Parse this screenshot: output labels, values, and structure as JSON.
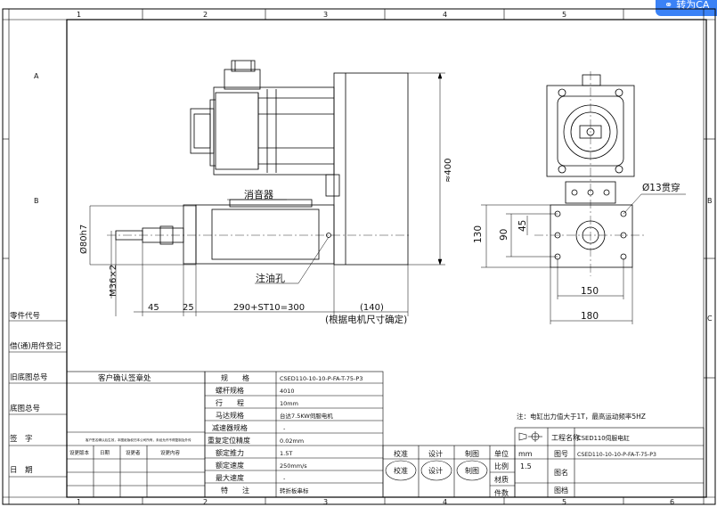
{
  "toolbar": {
    "convert_label": "转为CA"
  },
  "border": {
    "cols_top": [
      "1",
      "2",
      "3",
      "4",
      "5"
    ],
    "cols_bottom": [
      "1",
      "2",
      "3",
      "4",
      "5",
      "6"
    ],
    "rows_left": [
      "A",
      "B"
    ],
    "rows_right": [
      "B",
      "C"
    ]
  },
  "left_strip": {
    "part_code": "零件代号",
    "borrowed": "借(通)用件登记",
    "old_base": "旧底图总号",
    "base": "底图总号",
    "sign": "签　字",
    "date": "日　期"
  },
  "dims": {
    "h400": "≈400",
    "d80h7": "Ø80h7",
    "m36": "M36×2",
    "d45": "45",
    "d25": "25",
    "stroke": "290+ST10=300",
    "d140": "(140)",
    "motor_note": "(根据电机尺寸确定)",
    "muffler": "消音器",
    "oil_hole": "注油孔",
    "d130": "130",
    "d90": "90",
    "d45b": "45",
    "d13": "Ø13贯穿",
    "d150": "150",
    "d180": "180"
  },
  "customer_table": {
    "title": "客户确认签章处",
    "long_note": "客户签名确认后生效，本图纸版权归本公司所有，未经允许不得复制及外传",
    "headers": [
      "设更版本",
      "日期",
      "设更者",
      "设更内容"
    ]
  },
  "spec_table": {
    "header_label": "规　　格",
    "header_value": "CSED110-10-10-P-FA-T-75-P3",
    "rows": [
      {
        "label": "螺杆规格",
        "value": "4010"
      },
      {
        "label": "行　　程",
        "value": "10mm"
      },
      {
        "label": "马达规格",
        "value": "台达7.5KW伺服电机"
      },
      {
        "label": "减速器规格",
        "value": "-"
      },
      {
        "label": "重复定位精度",
        "value": "0.02mm"
      },
      {
        "label": "额定推力",
        "value": "1.5T"
      },
      {
        "label": "额定速度",
        "value": "250mm/s"
      },
      {
        "label": "最大速度",
        "value": "-"
      },
      {
        "label": "特　　注",
        "value": "转折板串标"
      }
    ]
  },
  "note": "注：电缸出力值大于1T，最高运动频率5HZ",
  "sign_row": {
    "check": "校准",
    "design": "设计",
    "draw": "制图",
    "unit": "单位",
    "unit_val": "mm"
  },
  "sign_stamps": {
    "check": "校准",
    "design": "设计",
    "draw": "制图"
  },
  "title_block": {
    "project_label": "工程名称",
    "project_value": "CSED110伺服电缸",
    "drawing_no_label": "图号",
    "drawing_no_value": "CSED110-10-10-P-FA-T-75-P3",
    "scale_label": "比例",
    "scale_value": "1.5",
    "material_label": "材质",
    "qty_label": "件数",
    "name_label": "图名",
    "file_label": "图档"
  }
}
